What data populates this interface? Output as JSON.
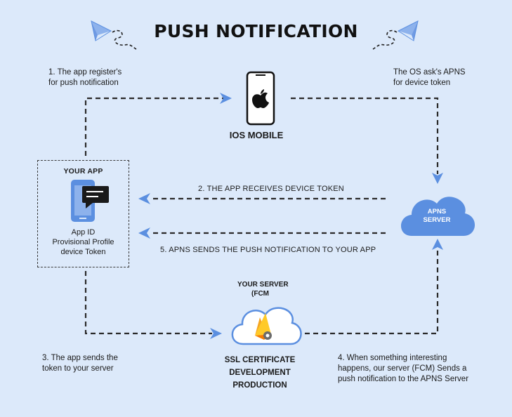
{
  "title": "PUSH NOTIFICATION",
  "step1": [
    "1. The app register's",
    "for push notification"
  ],
  "os_asks": [
    "The OS ask's APNS",
    "for device token"
  ],
  "ios_mobile": "IOS MOBILE",
  "your_app": {
    "heading": "YOUR APP",
    "lines": [
      "App ID",
      "Provisional Profile",
      "device Token"
    ]
  },
  "step2": "2. THE APP RECEIVES DEVICE TOKEN",
  "step5": "5. APNS SENDS THE PUSH NOTIFICATION TO YOUR APP",
  "apns": [
    "APNS",
    "SERVER"
  ],
  "your_server": [
    "YOUR SERVER",
    "(FCM"
  ],
  "server_labels": [
    "SSL CERTIFICATE",
    "DEVELOPMENT",
    "PRODUCTION"
  ],
  "step3": [
    "3. The app sends the",
    "token to your server"
  ],
  "step4": [
    "4. When something interesting",
    "happens, our server (FCM) Sends a",
    "push notification to the APNS Server"
  ],
  "colors": {
    "background": "#dce9fa",
    "accent": "#5b8fe0",
    "line": "#2a2a2a"
  },
  "icons": [
    "paper-plane-icon",
    "iphone-icon",
    "apple-icon",
    "chat-bubble-icon",
    "cloud-icon",
    "firebase-icon"
  ]
}
